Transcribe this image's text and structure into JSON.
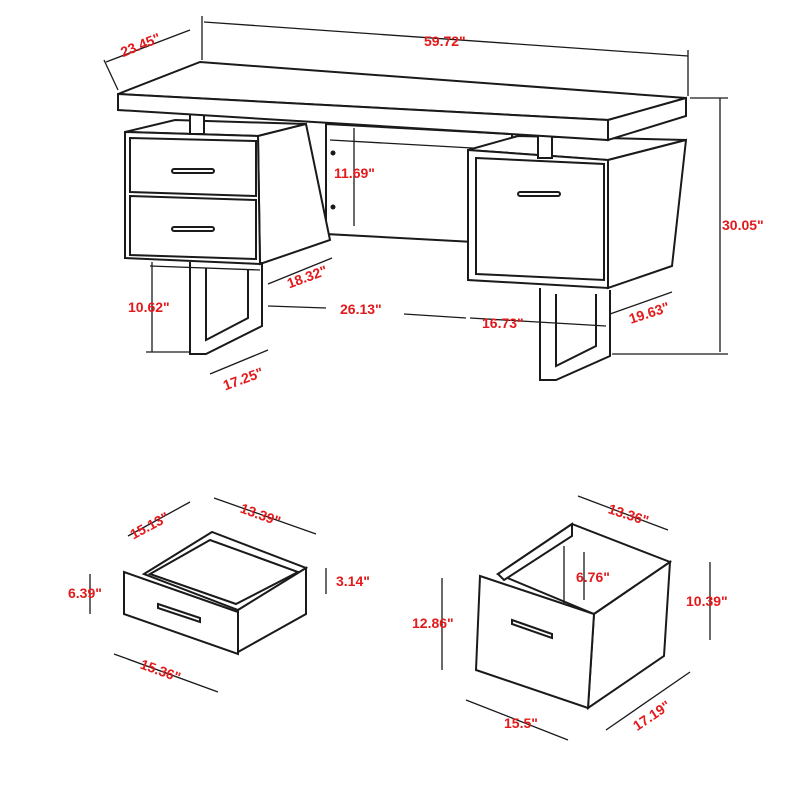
{
  "desk": {
    "width": "59.72\"",
    "depth": "23.45\"",
    "height": "30.05\"",
    "modesty_panel_height": "11.69\"",
    "left_pedestal_depth": "18.32\"",
    "leg_clearance": "10.62\"",
    "knee_space_width": "26.13\"",
    "right_pedestal_width": "16.73\"",
    "right_pedestal_depth": "19.63\"",
    "leg_width": "17.25\""
  },
  "small_drawer": {
    "depth": "15.13\"",
    "inner_width": "13.39\"",
    "front_height": "6.39\"",
    "inner_height": "3.14\"",
    "front_width": "15.36\""
  },
  "file_drawer": {
    "inner_width": "13.36\"",
    "rail_height": "6.76\"",
    "front_height": "12.86\"",
    "side_height": "10.39\"",
    "front_width": "15.5\"",
    "depth": "17.19\""
  },
  "colors": {
    "dimension_text": "#e3191b",
    "line": "#1a1a1a",
    "background": "#ffffff"
  },
  "icons": [
    "drawer-handle-icon"
  ]
}
